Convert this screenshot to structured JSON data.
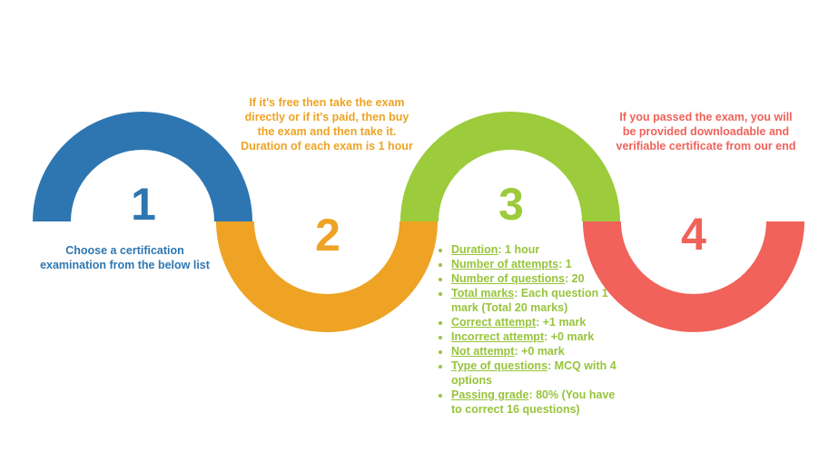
{
  "colors": {
    "step1": "#2e76b1",
    "step2": "#eea324",
    "step3": "#9ccb3b",
    "step4": "#f0625a"
  },
  "steps": [
    {
      "number": "1",
      "lines": [
        "Choose a certification",
        "examination from the below list"
      ]
    },
    {
      "number": "2",
      "lines": [
        "If it's free then take the exam",
        "directly or if it's paid, then buy",
        "the exam and then take it.",
        "Duration of each exam is 1 hour"
      ]
    },
    {
      "number": "3",
      "details": [
        {
          "key": "Duration",
          "value": ": 1 hour"
        },
        {
          "key": "Number of attempts",
          "value": ": 1"
        },
        {
          "key": "Number of questions",
          "value": ": 20"
        },
        {
          "key": "Total marks",
          "value": ": Each question 1 mark (Total 20 marks)"
        },
        {
          "key": "Correct attempt",
          "value": ": +1 mark"
        },
        {
          "key": "Incorrect attempt",
          "value": ": +0 mark"
        },
        {
          "key": "Not attempt",
          "value": ": +0 mark"
        },
        {
          "key": "Type of questions",
          "value": ": MCQ with 4 options"
        },
        {
          "key": "Passing grade",
          "value": ": 80% (You have to correct 16 questions)"
        }
      ]
    },
    {
      "number": "4",
      "lines": [
        "If you passed the exam, you will",
        "be provided downloadable and",
        "verifiable certificate from our end"
      ]
    }
  ]
}
